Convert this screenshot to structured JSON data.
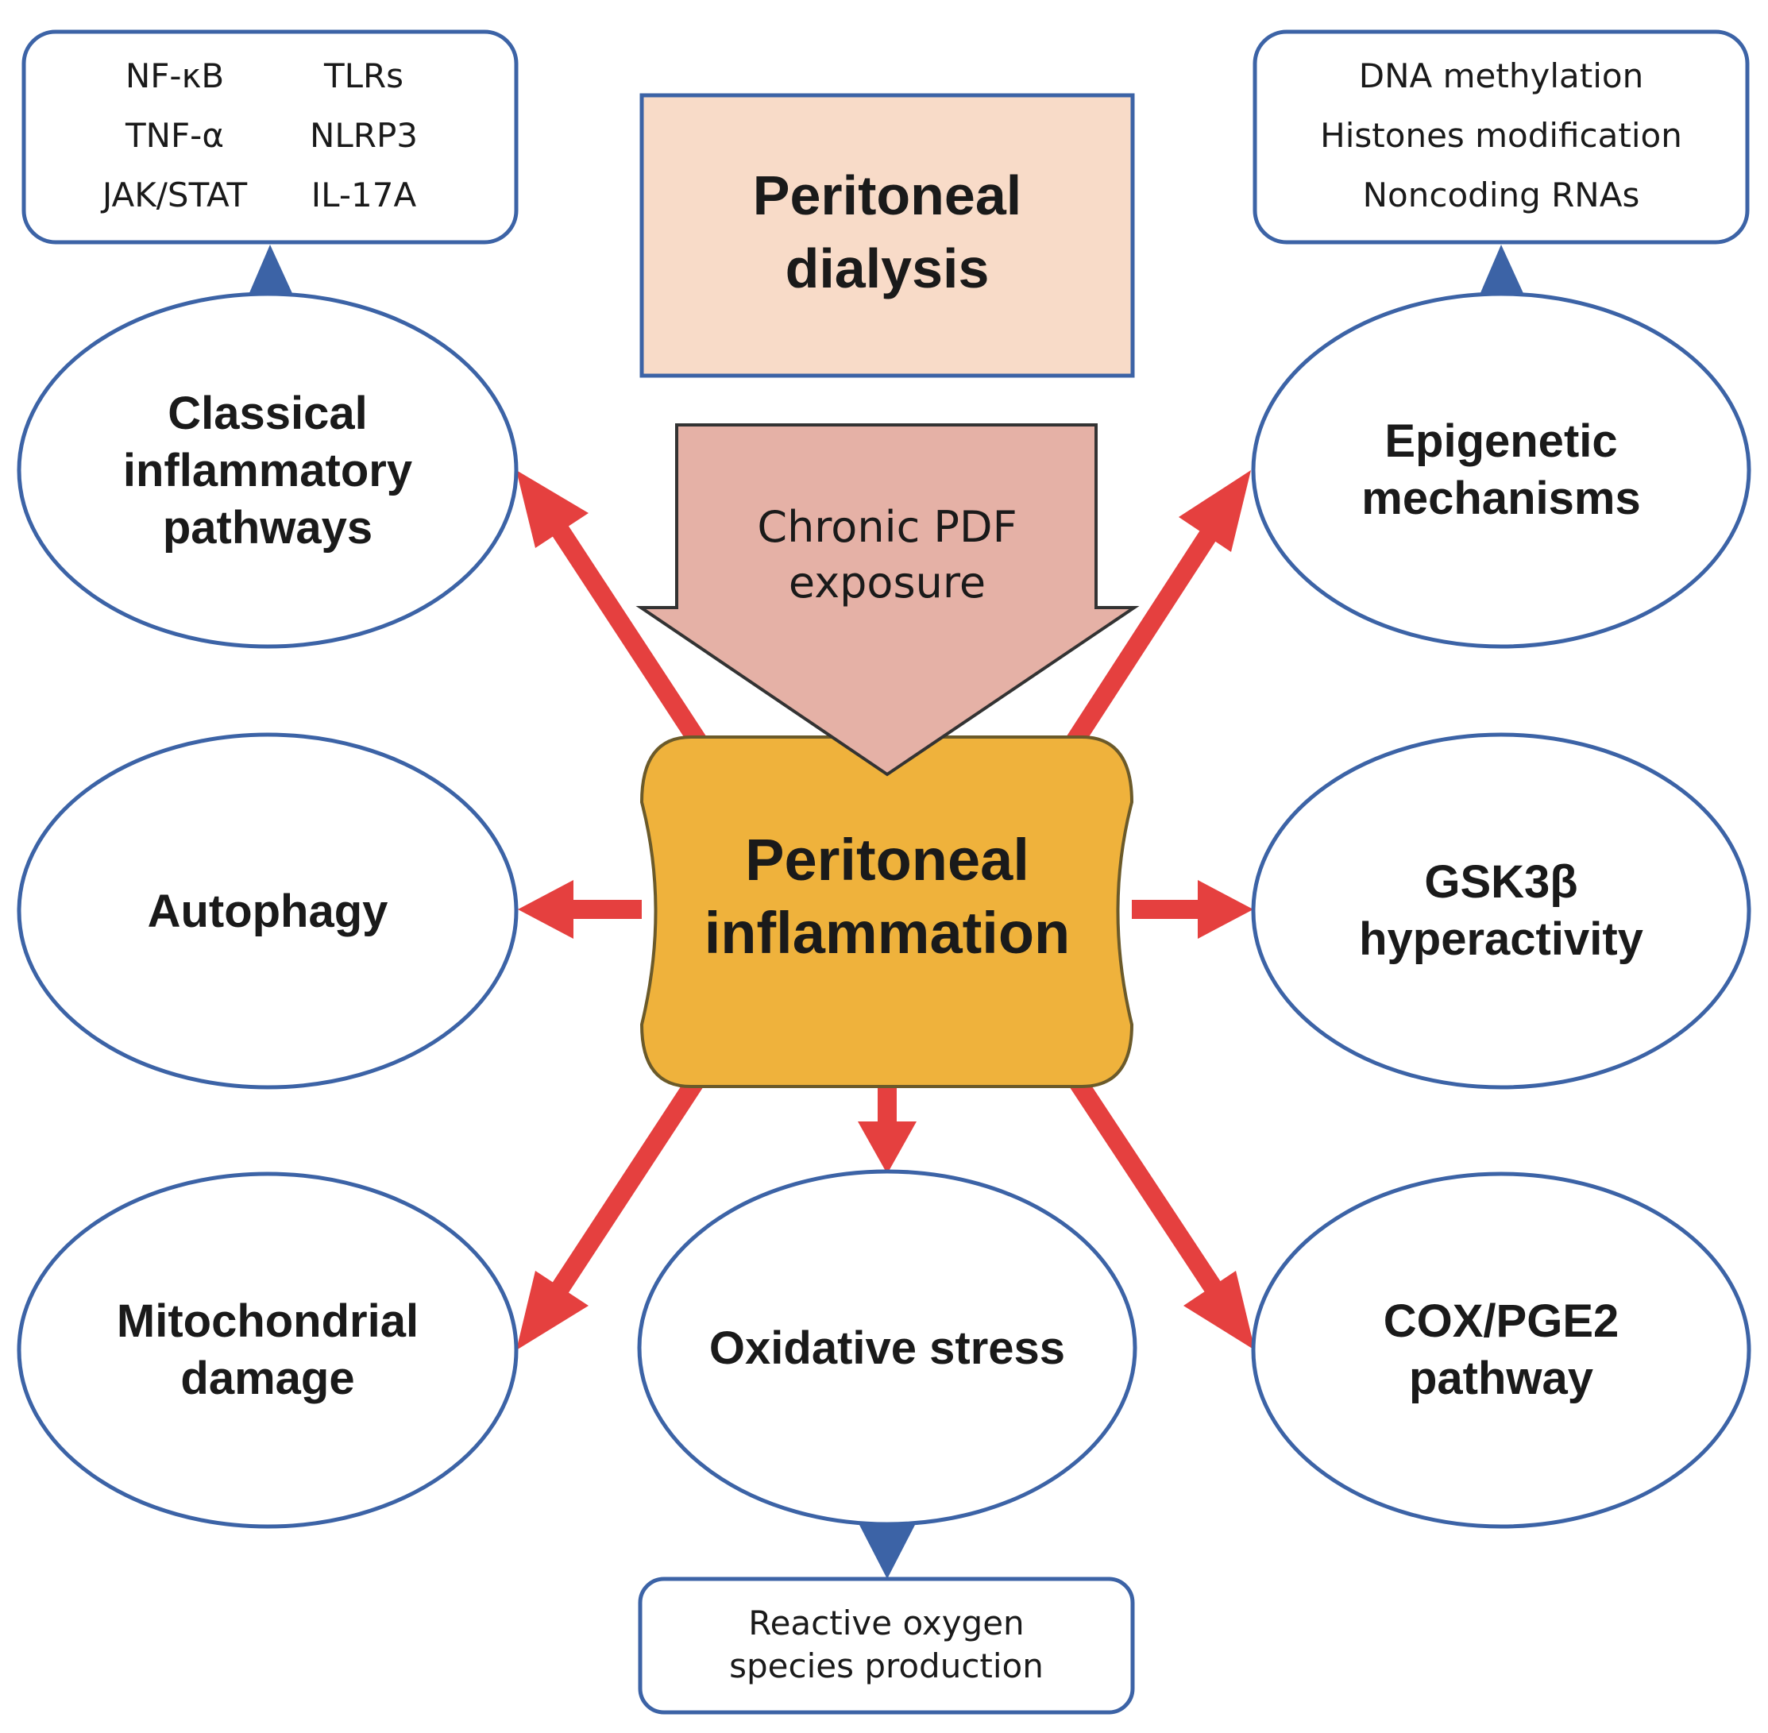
{
  "top_box": {
    "line1": "Peritoneal",
    "line2": "dialysis"
  },
  "exposure_arrow": {
    "line1": "Chronic PDF",
    "line2": "exposure"
  },
  "center": {
    "line1": "Peritoneal",
    "line2": "inflammation"
  },
  "nodes": {
    "classical": {
      "lines": [
        "Classical",
        "inflammatory",
        "pathways"
      ]
    },
    "autophagy": {
      "lines": [
        "Autophagy"
      ]
    },
    "mitochondrial": {
      "lines": [
        "Mitochondrial",
        "damage"
      ]
    },
    "oxidative": {
      "lines": [
        "Oxidative stress"
      ]
    },
    "epigenetic": {
      "lines": [
        "Epigenetic",
        "mechanisms"
      ]
    },
    "gsk3b": {
      "lines": [
        "GSK3β",
        "hyperactivity"
      ]
    },
    "cox": {
      "lines": [
        "COX/PGE2",
        "pathway"
      ]
    }
  },
  "detail_boxes": {
    "classical_details": {
      "col1": [
        "NF-κB",
        "TNF-α",
        "JAK/STAT"
      ],
      "col2": [
        "TLRs",
        "NLRP3",
        "IL-17A"
      ]
    },
    "epigenetic_details": {
      "items": [
        "DNA methylation",
        "Histones modification",
        "Noncoding RNAs"
      ]
    },
    "oxidative_details": {
      "lines": [
        "Reactive oxygen",
        "species production"
      ]
    }
  },
  "colors": {
    "outline_blue": "#3c63a6",
    "arrow_red": "#e5403f",
    "center_fill": "#efb23c",
    "top_box_fill": "#f8dbc8",
    "exposure_fill": "#e5b1a6"
  }
}
